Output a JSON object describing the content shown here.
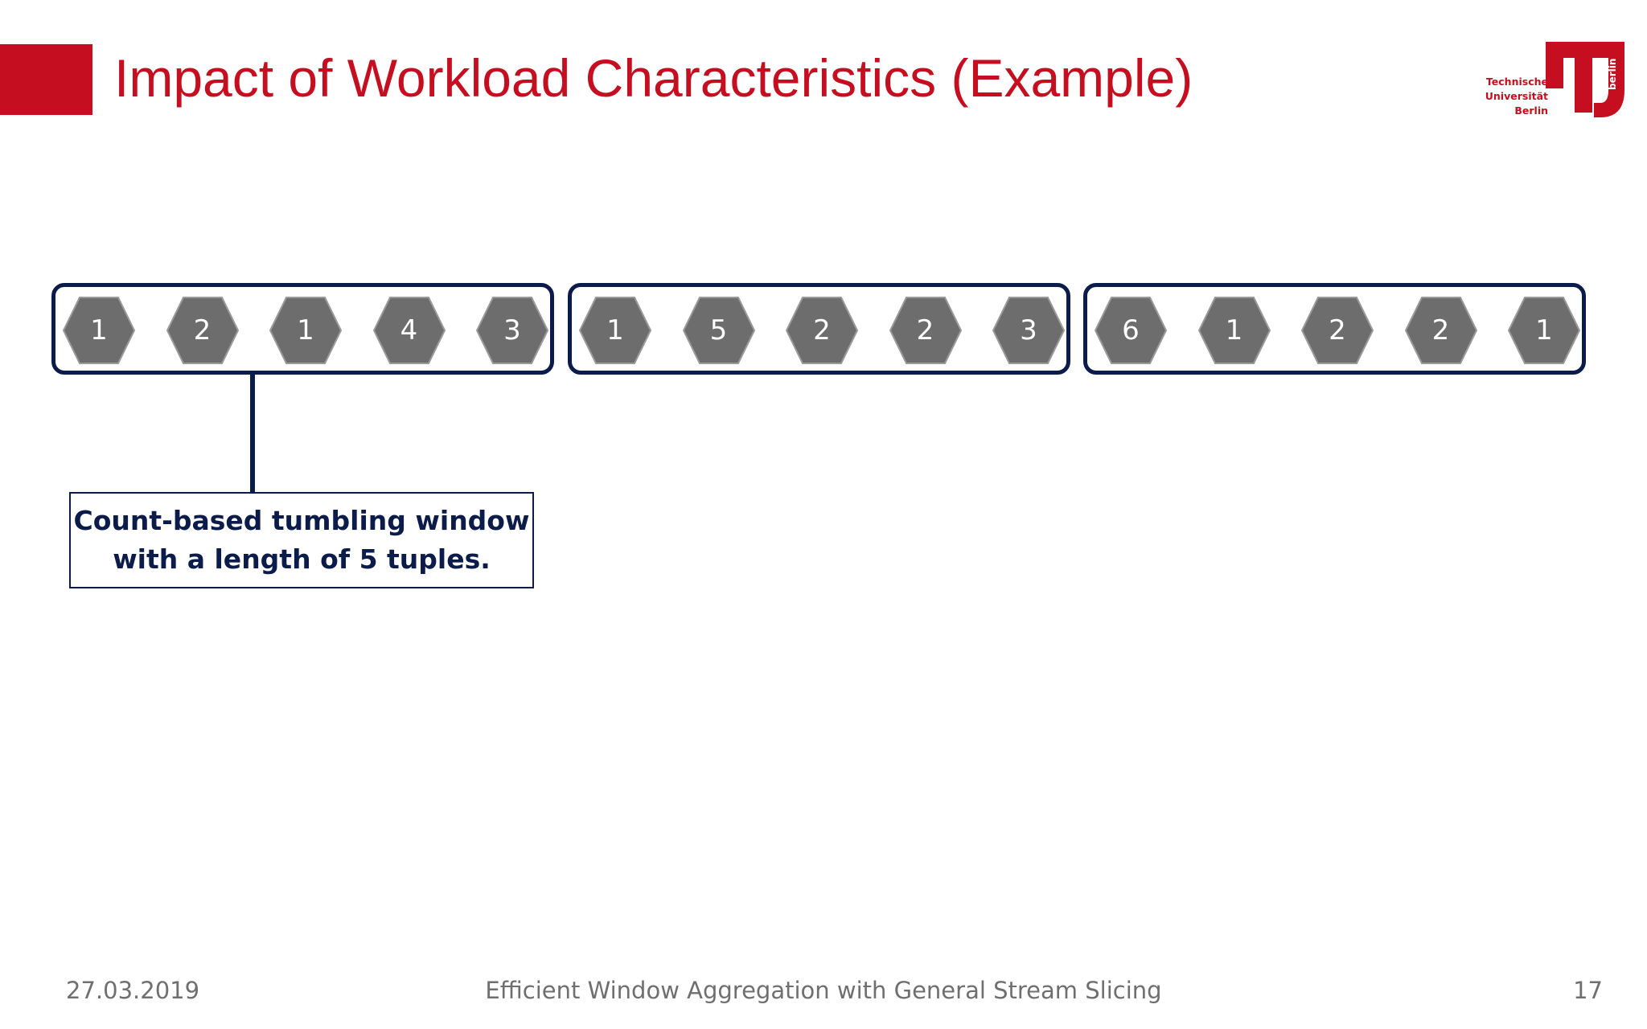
{
  "slide": {
    "title": "Impact of Workload Characteristics (Example)",
    "logo": {
      "line1": "Technische",
      "line2": "Universität",
      "line3": "Berlin",
      "side": "berlin",
      "brand_color": "#c50e1f"
    },
    "windows": [
      {
        "tuples": [
          "1",
          "2",
          "1",
          "4",
          "3"
        ]
      },
      {
        "tuples": [
          "1",
          "5",
          "2",
          "2",
          "3"
        ]
      },
      {
        "tuples": [
          "6",
          "1",
          "2",
          "2",
          "1"
        ]
      }
    ],
    "callout": {
      "line1": "Count-based tumbling window",
      "line2": "with a length of 5 tuples."
    },
    "footer": {
      "date": "27.03.2019",
      "center": "Efficient Window Aggregation with General Stream Slicing",
      "page": "17"
    },
    "colors": {
      "accent": "#c50e1f",
      "navy": "#0c1c4a",
      "tuple_fill": "#6d6d6d"
    }
  }
}
